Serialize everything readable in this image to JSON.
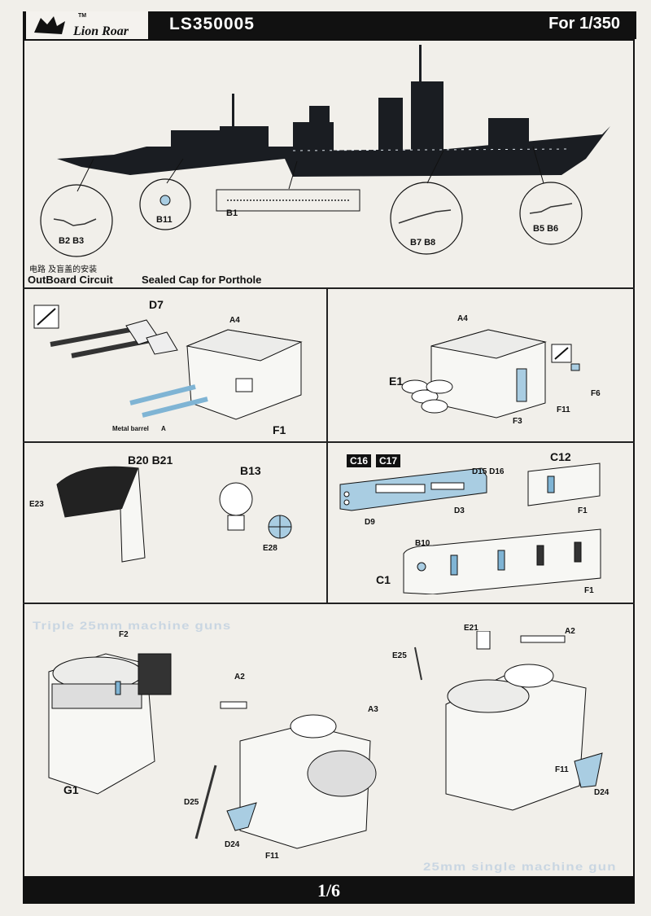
{
  "header": {
    "brand": "Lion Roar",
    "trademark": "TM",
    "product_code": "LS350005",
    "scale": "For 1/350"
  },
  "section1": {
    "callouts": [
      "B2 B3",
      "B11",
      "B1",
      "B7 B8",
      "B5 B6"
    ],
    "caption_zh": "电路 及盲盖的安装",
    "caption_left": "OutBoard Circuit",
    "caption_right": "Sealed Cap for Porthole"
  },
  "section2": {
    "left": {
      "part_barrels": "D7",
      "part_top": "A4",
      "note": "Metal barrel",
      "note_part": "A",
      "assembly": "F1"
    },
    "right": {
      "part_top": "A4",
      "part_left": "E1",
      "part_f6": "F6",
      "part_f11": "F11",
      "part_f3": "F3"
    }
  },
  "section3": {
    "left": {
      "title": "B20 B21",
      "part_e23": "E23",
      "part_b13": "B13",
      "part_e28": "E28"
    },
    "right": {
      "tag1": "C16",
      "tag2": "C17",
      "part_d15": "D15 D16",
      "part_d9": "D9",
      "part_d3": "D3",
      "part_c12": "C12",
      "part_f1a": "F1",
      "part_b10": "B10",
      "part_c1": "C1",
      "part_f1b": "F1"
    }
  },
  "section4": {
    "ghost_top": "Triple 25mm machine guns",
    "ghost_bottom": "25mm single machine gun",
    "left": {
      "part_f2": "F2",
      "part_g1": "G1"
    },
    "mid": {
      "part_a2": "A2",
      "part_a3": "A3",
      "part_d25": "D25",
      "part_d24": "D24",
      "part_f11": "F11"
    },
    "right": {
      "part_e21": "E21",
      "part_a2": "A2",
      "part_e25": "E25",
      "part_f11": "F11",
      "part_d24": "D24"
    }
  },
  "footer": {
    "page": "1/6"
  },
  "colors": {
    "ink": "#111111",
    "part_blue": "#a9cde2",
    "paper": "#f1efea"
  }
}
